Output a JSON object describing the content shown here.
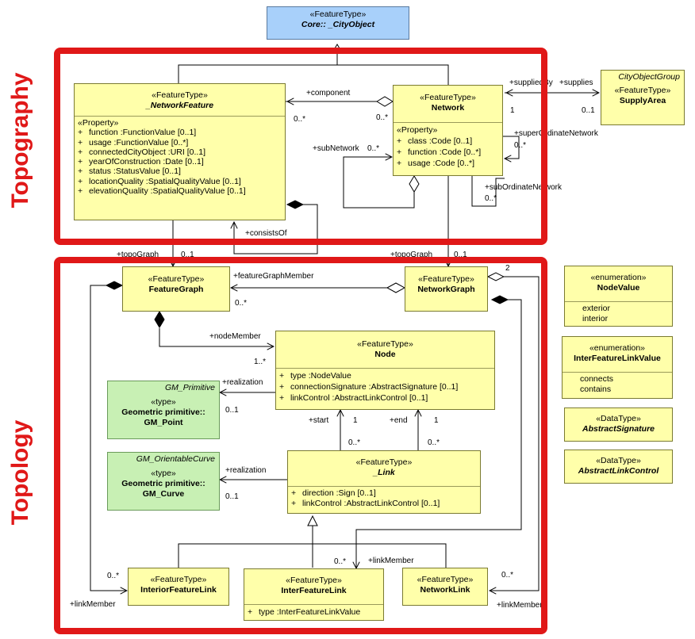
{
  "side_labels": {
    "topography": "Topography",
    "topology": "Topology"
  },
  "classes": {
    "city_object": {
      "stereotype": "«FeatureType»",
      "name": "Core:: _CityObject"
    },
    "network_feature": {
      "stereotype": "«FeatureType»",
      "name": "_NetworkFeature",
      "compartment": "«Property»",
      "attributes": [
        {
          "vis": "+",
          "text": "function  :FunctionValue [0..1]"
        },
        {
          "vis": "+",
          "text": "usage  :FunctionValue [0..*]"
        },
        {
          "vis": "+",
          "text": "connectedCityObject  :URI [0..1]"
        },
        {
          "vis": "+",
          "text": "yearOfConstruction  :Date [0..1]"
        },
        {
          "vis": "+",
          "text": "status  :StatusValue [0..1]"
        },
        {
          "vis": "+",
          "text": "locationQuality  :SpatialQualityValue [0..1]"
        },
        {
          "vis": "+",
          "text": "elevationQuality  :SpatialQualityValue [0..1]"
        }
      ]
    },
    "network": {
      "stereotype": "«FeatureType»",
      "name": "Network",
      "compartment": "«Property»",
      "attributes": [
        {
          "vis": "+",
          "text": "class  :Code [0..1]"
        },
        {
          "vis": "+",
          "text": "function  :Code [0..*]"
        },
        {
          "vis": "+",
          "text": "usage  :Code [0..*]"
        }
      ]
    },
    "supply_area": {
      "tag": "CityObjectGroup",
      "stereotype": "«FeatureType»",
      "name": "SupplyArea"
    },
    "feature_graph": {
      "stereotype": "«FeatureType»",
      "name": "FeatureGraph"
    },
    "network_graph": {
      "stereotype": "«FeatureType»",
      "name": "NetworkGraph"
    },
    "node": {
      "stereotype": "«FeatureType»",
      "name": "Node",
      "attributes": [
        {
          "vis": "+",
          "text": "type  :NodeValue"
        },
        {
          "vis": "+",
          "text": "connectionSignature  :AbstractSignature [0..1]"
        },
        {
          "vis": "+",
          "text": "linkControl  :AbstractLinkControl [0..1]"
        }
      ]
    },
    "gm_point": {
      "tag": "GM_Primitive",
      "stereotype": "«type»",
      "name": "Geometric primitive::",
      "name2": "GM_Point"
    },
    "gm_curve": {
      "tag": "GM_OrientableCurve",
      "stereotype": "«type»",
      "name": "Geometric primitive::",
      "name2": "GM_Curve"
    },
    "link": {
      "stereotype": "«FeatureType»",
      "name": "_Link",
      "attributes": [
        {
          "vis": "+",
          "text": "direction  :Sign [0..1]"
        },
        {
          "vis": "+",
          "text": "linkControl  :AbstractLinkControl [0..1]"
        }
      ]
    },
    "interior_feature_link": {
      "stereotype": "«FeatureType»",
      "name": "InteriorFeatureLink"
    },
    "inter_feature_link": {
      "stereotype": "«FeatureType»",
      "name": "InterFeatureLink",
      "attributes": [
        {
          "vis": "+",
          "text": "type  :InterFeatureLinkValue"
        }
      ]
    },
    "network_link": {
      "stereotype": "«FeatureType»",
      "name": "NetworkLink"
    },
    "node_value": {
      "stereotype": "«enumeration»",
      "name": "NodeValue",
      "literals": [
        "exterior",
        "interior"
      ]
    },
    "inter_feature_link_value": {
      "stereotype": "«enumeration»",
      "name": "InterFeatureLinkValue",
      "literals": [
        "connects",
        "contains"
      ]
    },
    "abstract_signature": {
      "stereotype": "«DataType»",
      "name": "AbstractSignature"
    },
    "abstract_link_control": {
      "stereotype": "«DataType»",
      "name": "AbstractLinkControl"
    }
  },
  "labels": {
    "component": "+component",
    "component_mult_left": "0..*",
    "component_mult_right": "0..*",
    "supplied_by": "+suppliedBy",
    "supplies": "+supplies",
    "supply_mult_network": "1",
    "supply_mult_area": "0..1",
    "super_ordinate": "+superOrdinateNetwork",
    "super_ordinate_mult": "0..*",
    "sub_network": "+subNetwork",
    "sub_network_mult": "0..*",
    "sub_ordinate": "+subOrdinateNetwork",
    "sub_ordinate_mult": "0..*",
    "consists_of": "+consistsOf",
    "topo_graph_left": "+topoGraph",
    "topo_graph_left_mult": "0..1",
    "topo_graph_right": "+topoGraph",
    "topo_graph_right_mult": "0..1",
    "feature_graph_member": "+featureGraphMember",
    "feature_graph_member_mult": "0..*",
    "network_graph_mult": "2",
    "node_member": "+nodeMember",
    "node_member_mult": "1..*",
    "realization_point": "+realization",
    "realization_point_mult": "0..1",
    "realization_curve": "+realization",
    "realization_curve_mult": "0..1",
    "start": "+start",
    "start_mult_node": "1",
    "start_mult_link": "0..*",
    "end": "+end",
    "end_mult_node": "1",
    "end_mult_link": "0..*",
    "link_member_center": "+linkMember",
    "link_member_center_mult": "0..*",
    "link_member_left": "+linkMember",
    "link_member_left_mult": "0..*",
    "link_member_right": "+linkMember",
    "link_member_right_mult": "0..*"
  },
  "colors": {
    "frame": "#e01818",
    "feature": "#ffffaa",
    "core": "#a8d0fa",
    "geometry": "#c8f0b4"
  }
}
